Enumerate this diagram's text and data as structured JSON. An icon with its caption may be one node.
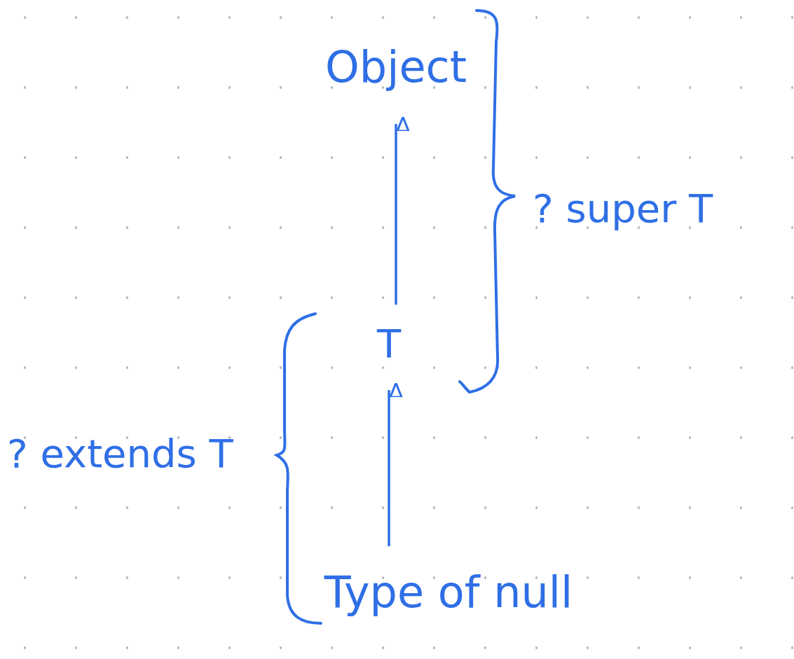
{
  "diagram": {
    "nodes": [
      {
        "text": [
          "Object"
        ]
      },
      {
        "text": [
          "T"
        ]
      },
      {
        "text": [
          "Type of null"
        ]
      }
    ],
    "edges": [
      {
        "from": 1,
        "to": 0,
        "arrow": "to"
      },
      {
        "from": 2,
        "to": 1,
        "arrow": "to"
      }
    ],
    "labels": [
      "? super T",
      "? extends T"
    ]
  }
}
